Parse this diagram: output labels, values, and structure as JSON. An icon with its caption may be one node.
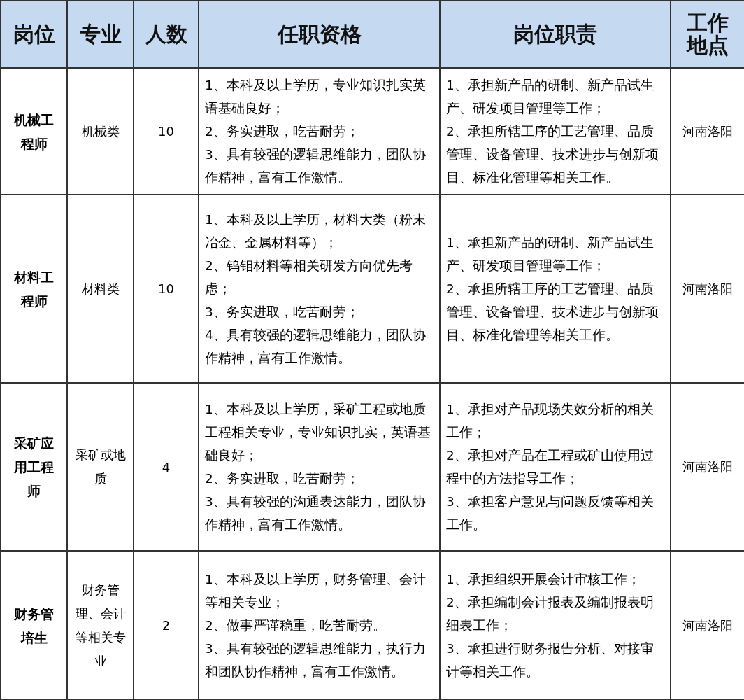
{
  "diagram": {
    "labels": [
      "岗位",
      "专业",
      "人数",
      "任职资格",
      "岗位职责",
      "工作地点",
      "机械工程师",
      "机械类",
      "10",
      "1、本科及以上学历，专业知识扎实英语基础良好；",
      "2、务实进取，吃苦耐劳；",
      "3、具有较强的逻辑思维能力，团队协作精神，富有工作激情。",
      "1、承担新产品的研制、新产品试生产、研发项目管理等工作；",
      "2、承担所辖工序的工艺管理、品质管理、设备管理、技术进步与创新项目、标准化管理等相关工作。",
      "河南洛阳",
      "材料工程师",
      "材料类",
      "10",
      "1、本科及以上学历，材料大类（粉末冶金、金属材料等）；",
      "2、钨钼材料等相关研发方向优先考虑；",
      "3、务实进取，吃苦耐劳；",
      "4、具有较强的逻辑思维能力，团队协作精神，富有工作激情。",
      "1、承担新产品的研制、新产品试生产、研发项目管理等工作；",
      "2、承担所辖工序的工艺管理、品质管理、设备管理、技术进步与创新项目、标准化管理等相关工作。",
      "河南洛阳",
      "采矿应用工程师",
      "采矿或地质",
      "4",
      "1、本科及以上学历，采矿工程或地质工程相关专业，专业知识扎实，英语基础良好；",
      "2、务实进取，吃苦耐劳；",
      "3、具有较强的沟通表达能力，团队协作精神，富有工作激情。",
      "1、承担对产品现场失效分析的相关工作；",
      "2、承担对产品在工程或矿山使用过程中的方法指导工作；",
      "3、承担客户意见与问题反馈等相关工作。",
      "河南洛阳",
      "财务管培生",
      "财务管理、会计等相关专业",
      "2",
      "1、本科及以上学历，财务管理、会计等相关专业；",
      "2、做事严谨稳重，吃苦耐劳。",
      "3、具有较强的逻辑思维能力，执行力和团队协作精神，富有工作激情。",
      "1、承担组织开展会计审核工作；",
      "2、承担编制会计报表及编制报表明细表工作；",
      "3、承担进行财务报告分析、对接审计等相关工作。",
      "河南洛阳"
    ]
  }
}
